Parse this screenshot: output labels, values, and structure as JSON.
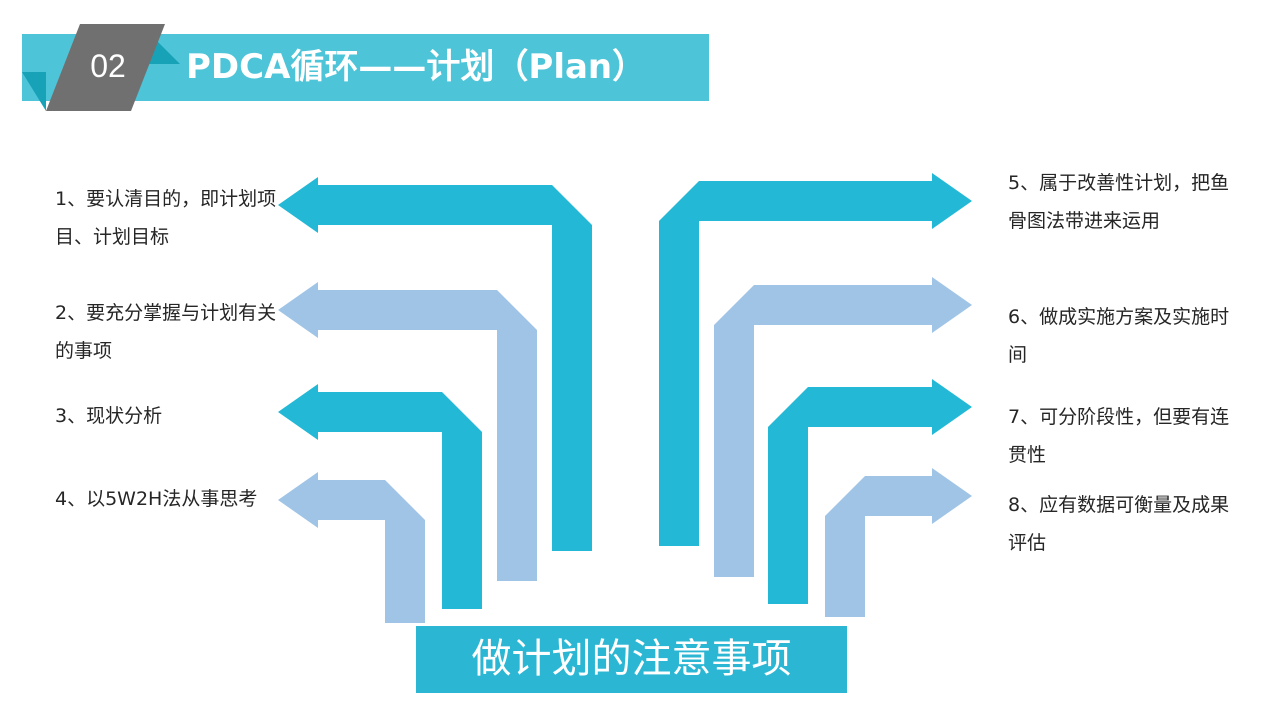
{
  "header": {
    "section_number": "02",
    "title": "PDCA循环——计划（Plan）"
  },
  "colors": {
    "header_bar": "#4ec4d8",
    "header_dark": "#17a2b8",
    "header_gray": "#707070",
    "arrow_primary": "#22b8d6",
    "arrow_secondary": "#a0c4e6",
    "caption_box": "#2bb7d4"
  },
  "notes": {
    "left": [
      "1、要认清目的，即计划项目、计划目标",
      "2、要充分掌握与计划有关的事项",
      "3、现状分析",
      "4、以5W2H法从事思考"
    ],
    "right": [
      "5、属于改善性计划，把鱼骨图法带进来运用",
      "6、做成实施方案及实施时间",
      "7、可分阶段性，但要有连贯性",
      "8、应有数据可衡量及成果评估"
    ]
  },
  "center_caption": "做计划的注意事项"
}
